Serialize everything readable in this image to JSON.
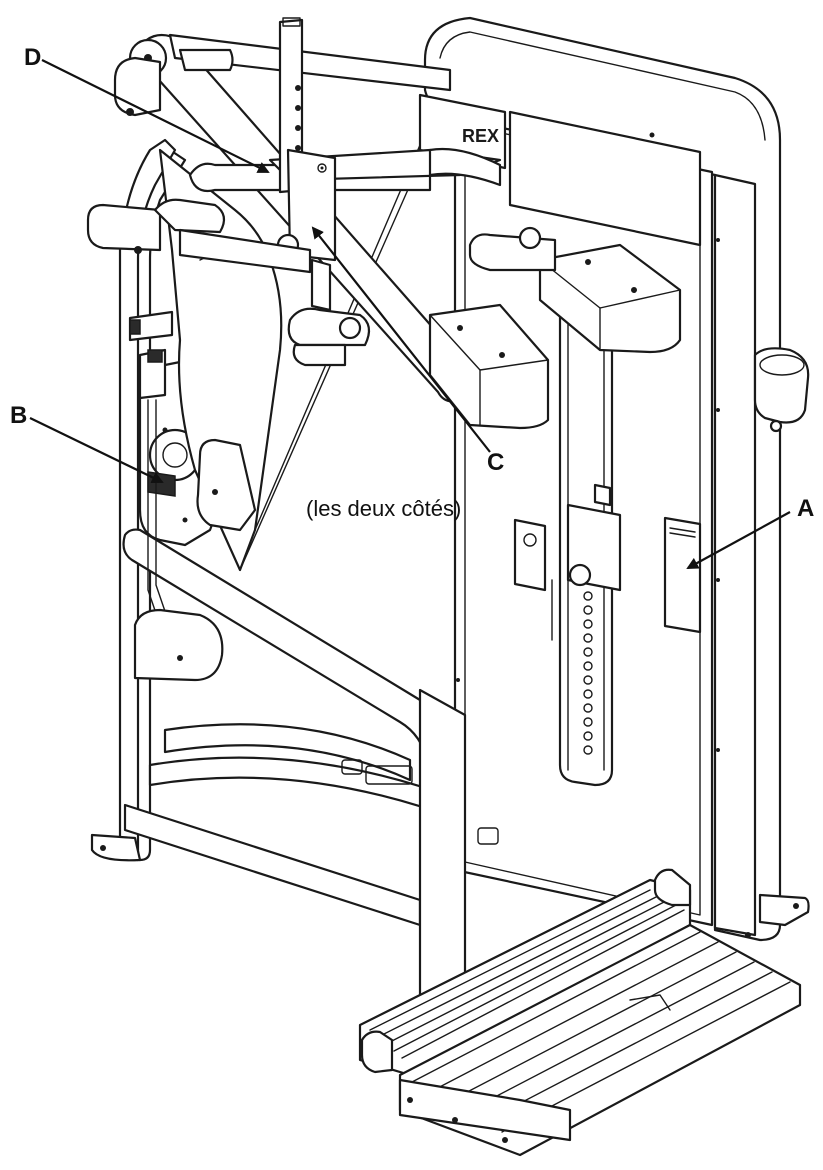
{
  "callouts": {
    "a": {
      "letter": "A"
    },
    "b": {
      "letter": "B"
    },
    "c": {
      "letter": "C",
      "note": "(les deux côtés)"
    },
    "d": {
      "letter": "D"
    }
  },
  "brand_plate": {
    "text": "REX"
  },
  "colors": {
    "line": "#1a1a1a",
    "background": "#ffffff",
    "label_fill": "#2a2a2a"
  }
}
